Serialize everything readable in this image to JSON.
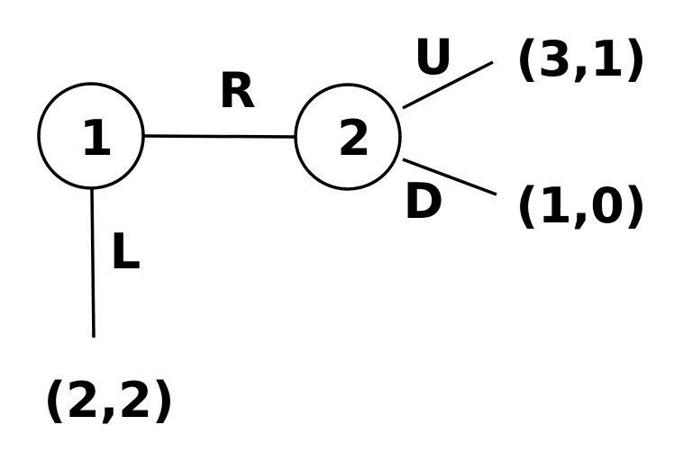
{
  "nodes": {
    "node1": "1",
    "node2": "2"
  },
  "edges": {
    "left": "L",
    "right": "R",
    "up": "U",
    "down": "D"
  },
  "payoffs": {
    "left": "(2,2)",
    "up": "(3,1)",
    "down": "(1,0)"
  }
}
